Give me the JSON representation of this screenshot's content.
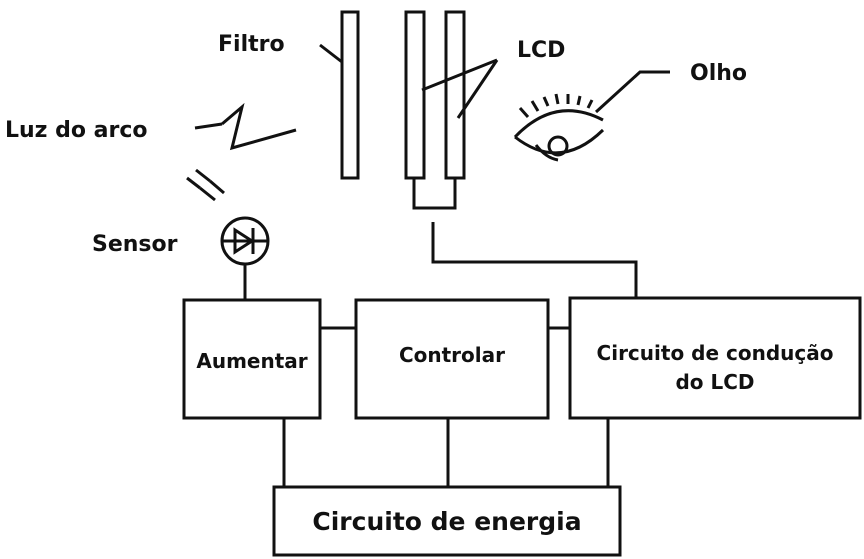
{
  "labels": {
    "filter": "Filtro",
    "lcd": "LCD",
    "eye": "Olho",
    "arc_light": "Luz do arco",
    "sensor": "Sensor"
  },
  "blocks": {
    "amplify": "Aumentar",
    "control": "Controlar",
    "lcd_driver_line1": "Circuito de condução",
    "lcd_driver_line2": "do LCD",
    "power": "Circuito de energia"
  },
  "icons": [
    "lightning-zigzag-icon",
    "light-rays-icon",
    "photodiode-sensor-icon",
    "eye-icon"
  ]
}
